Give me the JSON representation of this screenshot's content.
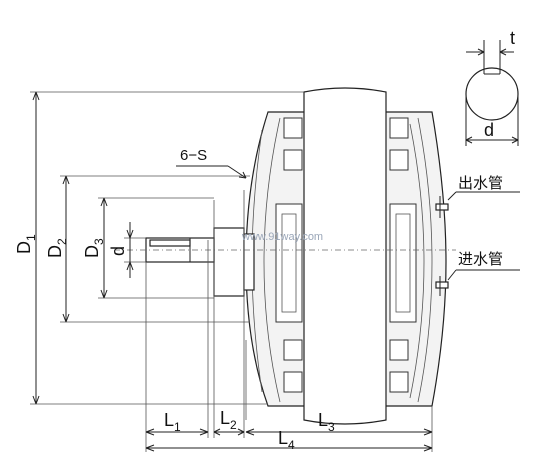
{
  "labels": {
    "D1": "D",
    "D1_sub": "1",
    "D2": "D",
    "D2_sub": "2",
    "D3": "D",
    "D3_sub": "3",
    "d_shaft": "d",
    "d_key": "d",
    "t": "t",
    "L1": "L",
    "L1_sub": "1",
    "L2": "L",
    "L2_sub": "2",
    "L3": "L",
    "L3_sub": "3",
    "L4": "L",
    "L4_sub": "4",
    "bolts": "6−S",
    "outlet": "出水管",
    "inlet": "进水管"
  },
  "watermark": "www.91way.com"
}
